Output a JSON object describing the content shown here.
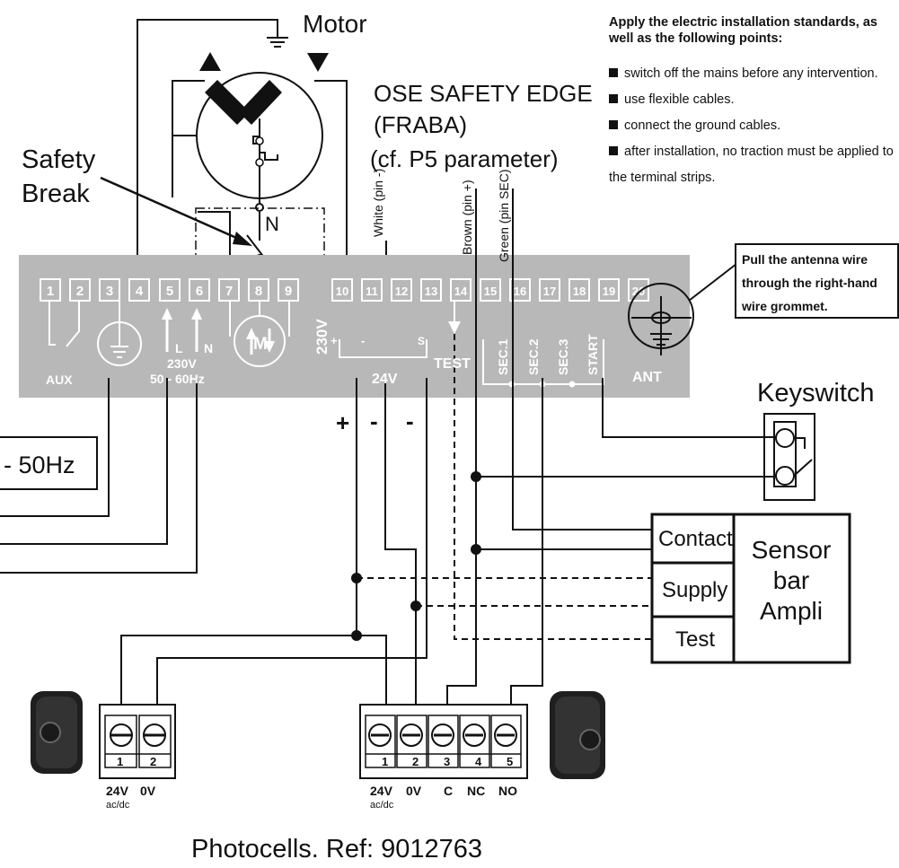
{
  "labels": {
    "motor": "Motor",
    "safety_edge_line1": "OSE SAFETY EDGE",
    "safety_edge_line2": "(FRABA)",
    "safety_edge_line3": "(cf. P5 parameter)",
    "safety_break_line1": "Safety",
    "safety_break_line2": "Break",
    "motor_n": "N",
    "keyswitch": "Keyswitch",
    "mains_fragment": "- 50Hz",
    "photocells_ref": "Photocells. Ref: 9012763",
    "white_wire": "White (pin -)",
    "brown_wire": "Brown (pin +)",
    "green_wire": "Green (pin SEC)",
    "polarity_plus": "+",
    "polarity_minus_1": "-",
    "polarity_minus_2": "-"
  },
  "notes": {
    "heading": "Apply the electric installation standards, as well as the following points:",
    "items": [
      "switch off the mains before any intervention.",
      "use flexible cables.",
      "connect the ground cables.",
      "after installation, no traction must be applied to the terminal strips."
    ]
  },
  "antenna_note": "Pull the antenna wire through the right-hand wire grommet.",
  "terminal_strip": {
    "terminals": [
      "1",
      "2",
      "3",
      "4",
      "5",
      "6",
      "7",
      "8",
      "9",
      "10",
      "11",
      "12",
      "13",
      "14",
      "15",
      "16",
      "17",
      "18",
      "19",
      "20"
    ],
    "aux_label": "AUX",
    "l_label": "L",
    "n_label": "N",
    "voltage_label": "230V",
    "freq_label": "50 - 60Hz",
    "motor_m": "M",
    "motor_voltage": "230V",
    "plus_sign": "+",
    "minus_sign": "-",
    "s_label": "S",
    "dc_label": "24V",
    "test_label": "TEST",
    "sec1_label": "SEC.1",
    "sec2_label": "SEC.2",
    "sec3_label": "SEC.3",
    "start_label": "START",
    "ant_label": "ANT"
  },
  "sensor_bar": {
    "contact": "Contact",
    "supply": "Supply",
    "test": "Test",
    "title_line1": "Sensor",
    "title_line2": "bar",
    "title_line3": "Ampli"
  },
  "photocell_left": {
    "terminals": [
      "1",
      "2"
    ],
    "labels": [
      "24V",
      "0V"
    ],
    "sub_label": "ac/dc"
  },
  "photocell_right": {
    "terminals": [
      "1",
      "2",
      "3",
      "4",
      "5"
    ],
    "labels": [
      "24V",
      "0V",
      "C",
      "NC",
      "NO"
    ],
    "sub_label": "ac/dc"
  },
  "colors": {
    "panel": "#b8b8b8",
    "line": "#111111"
  }
}
